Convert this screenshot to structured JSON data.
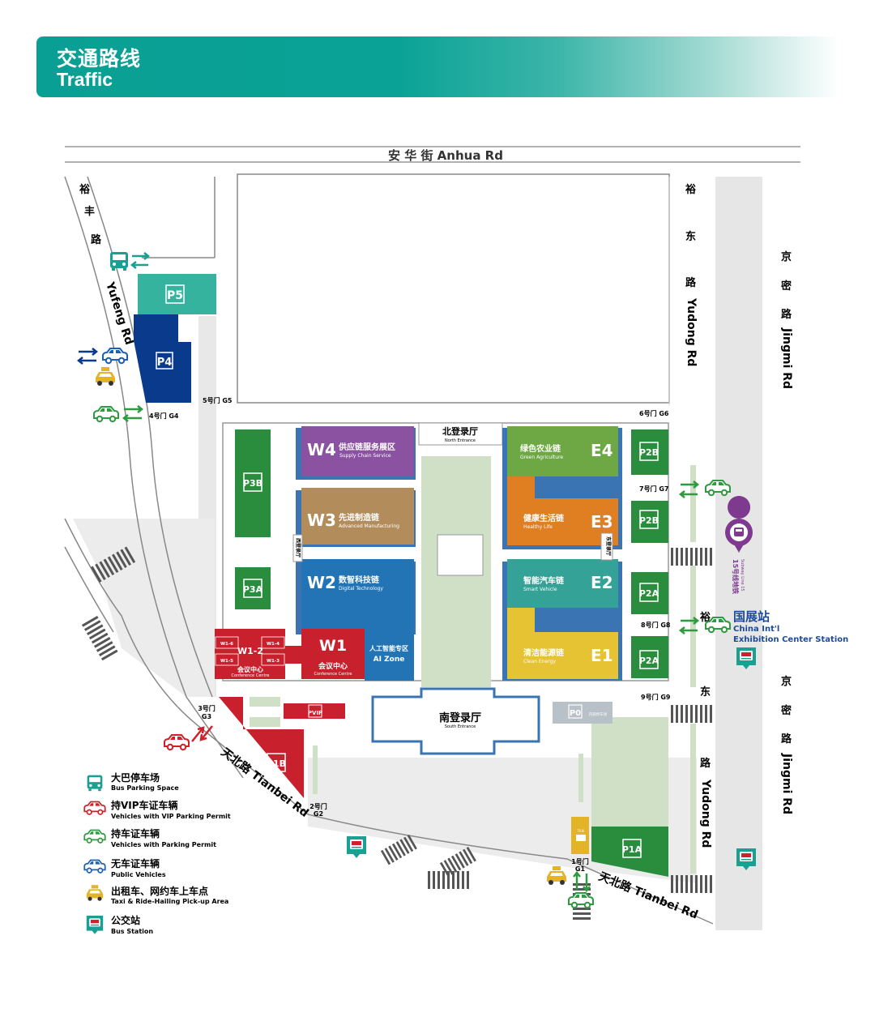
{
  "header": {
    "title_cn": "交通路线",
    "title_en": "Traffic"
  },
  "roads": {
    "anhua": "安 华 街   Anhua Rd",
    "yufeng_cn": [
      "裕",
      "丰",
      "路"
    ],
    "yufeng_en": "Yufeng Rd",
    "yudong_cn": [
      "裕",
      "东",
      "路"
    ],
    "yudong_en": "Yudong Rd",
    "jingmi_cn": [
      "京",
      "密",
      "路"
    ],
    "jingmi_en": "Jingmi Rd",
    "tianbei": "天北路 Tianbei Rd"
  },
  "halls": {
    "w4": {
      "code": "W4",
      "cn": "供应链服务展区",
      "en": "Supply Chain Service",
      "color": "#8b52a1"
    },
    "w3": {
      "code": "W3",
      "cn": "先进制造链",
      "en": "Advanced Manufacturing",
      "color": "#b38c5c"
    },
    "w2": {
      "code": "W2",
      "cn": "数智科技链",
      "en": "Digital Technology",
      "color": "#2274b5"
    },
    "w1": {
      "code": "W1",
      "cn": "会议中心",
      "en": "Conference Centre",
      "color": "#c8202c"
    },
    "w1_2": {
      "code": "W1-2",
      "cn": "会议中心",
      "en": "Conference Centre",
      "subs": [
        "W1-6",
        "W1-4",
        "W1-5",
        "W1-3"
      ]
    },
    "ai": {
      "cn": "人工智能专区",
      "en": "AI Zone"
    },
    "e4": {
      "code": "E4",
      "cn": "绿色农业链",
      "en": "Green Agriculture",
      "color": "#6da845"
    },
    "e3": {
      "code": "E3",
      "cn": "健康生活链",
      "en": "Healthy Life",
      "color": "#e07e22"
    },
    "e2": {
      "code": "E2",
      "cn": "智能汽车链",
      "en": "Smart Vehicle",
      "color": "#35a297"
    },
    "e1": {
      "code": "E1",
      "cn": "清洁能源链",
      "en": "Clean Energy",
      "color": "#e6c333"
    },
    "north": {
      "cn": "北登录厅",
      "en": "North Entrance"
    },
    "south": {
      "cn": "南登录厅",
      "en": "South Entrance"
    },
    "west_v": "西登录厅",
    "east_v": "东登录厅"
  },
  "parking": {
    "p5": "P5",
    "p4": "P4",
    "p3b": "P3B",
    "p3a": "P3A",
    "p2b_1": "P2B",
    "p2b_2": "P2B",
    "p2a_1": "P2A",
    "p2a_2": "P2A",
    "p1b": "P1B",
    "p1a": "P1A",
    "pvip": "PVIP",
    "p0": "P0",
    "p0_note": "内部停车场"
  },
  "gates": {
    "g1": [
      "1号门",
      "G1"
    ],
    "g2": [
      "2号门",
      "G2"
    ],
    "g3": [
      "3号门",
      "G3"
    ],
    "g4": "4号门 G4",
    "g5": "5号门 G5",
    "g6": "6号门 G6",
    "g7": "7号门 G7",
    "g8": "8号门 G8",
    "g9": "9号门 G9"
  },
  "subway": {
    "line_label": "15号线地铁",
    "line_en": "Subway Line 15",
    "station_cn": "国展站",
    "station_en_1": "China Int'l",
    "station_en_2": "Exhibition Center Station",
    "color": "#7e3a8f"
  },
  "legend": [
    {
      "icon": "bus-icon",
      "cn": "大巴停车场",
      "en": "Bus Parking Space",
      "color": "#1a9f93"
    },
    {
      "icon": "car-red-icon",
      "cn": "持VIP车证车辆",
      "en": "Vehicles with VIP Parking Permit",
      "color": "#d0202c"
    },
    {
      "icon": "car-green-icon",
      "cn": "持车证车辆",
      "en": "Vehicles with Parking Permit",
      "color": "#2f9a3f"
    },
    {
      "icon": "car-blue-icon",
      "cn": "无车证车辆",
      "en": "Public Vehicles",
      "color": "#1d5fb0"
    },
    {
      "icon": "taxi-icon",
      "cn": "出租车、网约车上车点",
      "en": "Taxi & Ride-Hailing Pick-up Area",
      "color": "#e3b428"
    },
    {
      "icon": "bus-station-icon",
      "cn": "公交站",
      "en": "Bus Station",
      "color": "#1a9f93"
    }
  ],
  "taxi_text": "TAXI"
}
